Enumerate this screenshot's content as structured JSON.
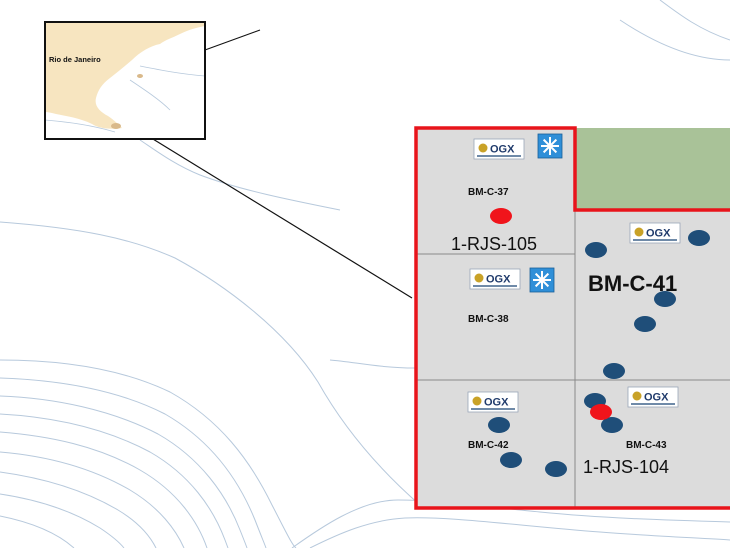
{
  "map": {
    "colors": {
      "land": "#f7e5c0",
      "block_fill": "#dcdcdc",
      "block_border": "#e8141b",
      "bathymetry": "#b7c9dc",
      "green_area": "#a9c298",
      "well_discovery": "#f0141b",
      "well_planned": "#1f4e79"
    },
    "inset": {
      "label": "Rio de Janeiro"
    },
    "blocks": [
      {
        "id": "bm-c-37",
        "label": "BM-C-37"
      },
      {
        "id": "bm-c-38",
        "label": "BM-C-38"
      },
      {
        "id": "bm-c-41",
        "label": "BM-C-41"
      },
      {
        "id": "bm-c-42",
        "label": "BM-C-42"
      },
      {
        "id": "bm-c-43",
        "label": "BM-C-43"
      }
    ],
    "wells": [
      {
        "id": "1-rjs-105",
        "label": "1-RJS-105"
      },
      {
        "id": "1-rjs-104",
        "label": "1-RJS-104"
      }
    ],
    "logos": {
      "ogx_text": "OGX",
      "partner_icon": "star-snowflake-icon"
    }
  }
}
